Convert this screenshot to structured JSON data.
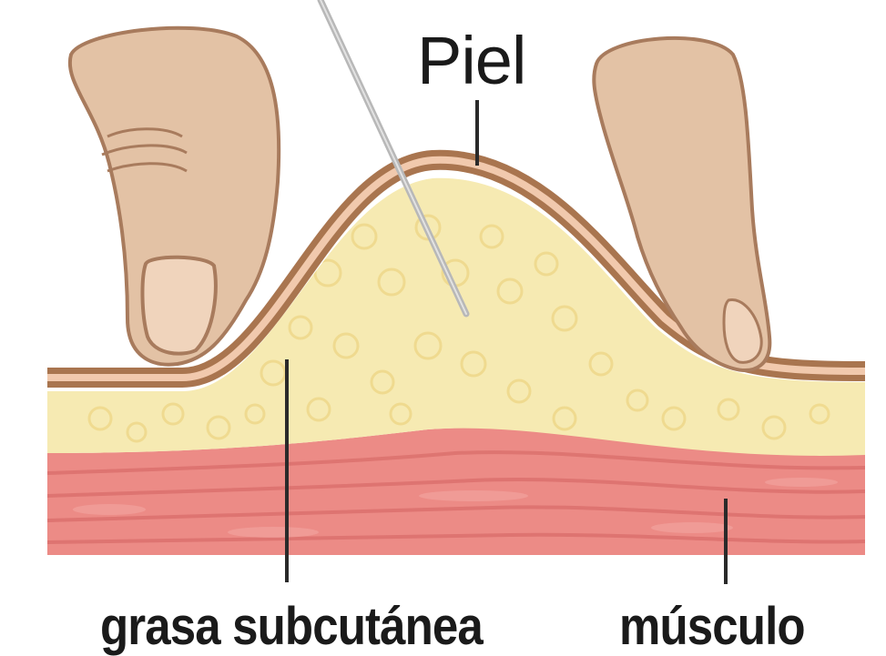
{
  "labels": {
    "skin": "Piel",
    "fat": "grasa subcutánea",
    "muscle": "músculo"
  },
  "colors": {
    "skin_outer": "#a9754f",
    "skin_inner": "#f1c9ad",
    "fat": "#f6eab2",
    "fat_blob": "#f3e09a",
    "muscle": "#ec8b86",
    "muscle_dark": "#db6f6c",
    "finger": "#e3c2a5",
    "finger_outline": "#a87b5d",
    "needle": "#b8b8b8",
    "leader": "#2a2a2a"
  },
  "icons": [
    "left-finger-icon",
    "right-finger-icon",
    "needle-icon"
  ]
}
